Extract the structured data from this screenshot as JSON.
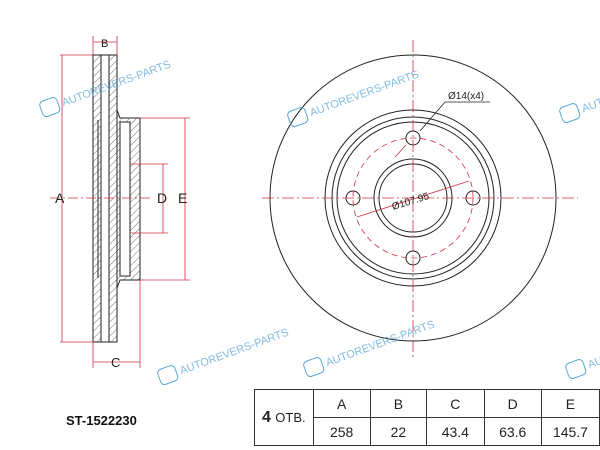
{
  "part_number": "ST-1522230",
  "watermark": "AUTOREVERS-PARTS",
  "watermark_logo": "AR",
  "drawing": {
    "side_labels": [
      "A",
      "B",
      "C",
      "D",
      "E"
    ],
    "hole_callout": "Ø14(x4)",
    "pcd_callout": "Ø107.95"
  },
  "table": {
    "holes_num": "4",
    "holes_label": "ОТВ.",
    "headers": [
      "A",
      "B",
      "C",
      "D",
      "E"
    ],
    "values": [
      "258",
      "22",
      "43.4",
      "63.6",
      "145.7"
    ]
  },
  "colors": {
    "line": "#222222",
    "dim": "#cc3344",
    "watermark": "#5aa6d6"
  }
}
